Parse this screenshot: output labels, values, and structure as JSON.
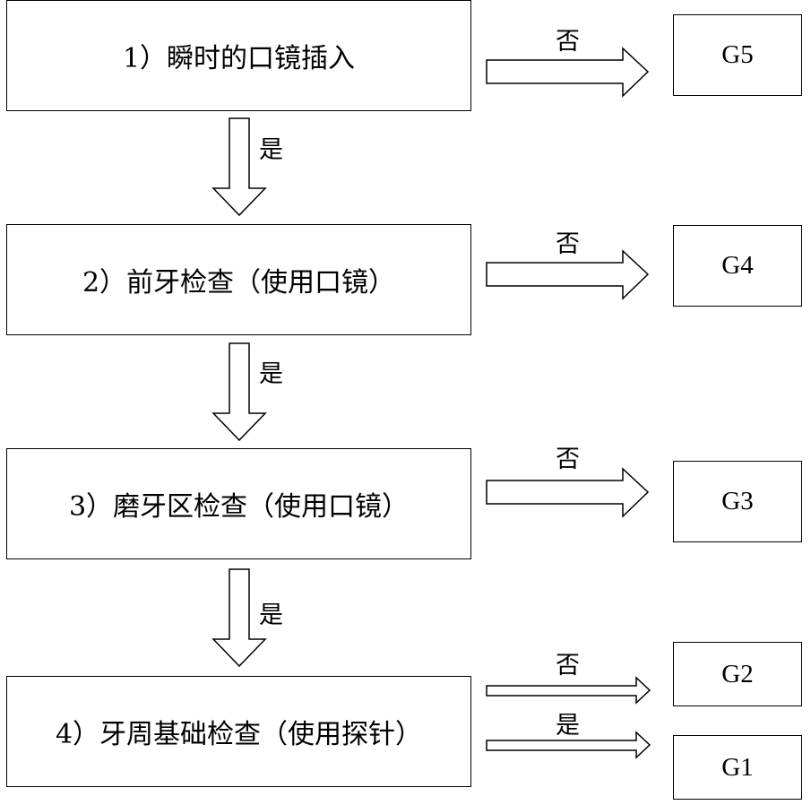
{
  "steps": [
    {
      "label": "1）瞬时的口镜插入"
    },
    {
      "label": "2）前牙检查（使用口镜）"
    },
    {
      "label": "3）磨牙区检查（使用口镜）"
    },
    {
      "label": "4）牙周基础检查（使用探针）"
    }
  ],
  "grades": [
    "G5",
    "G4",
    "G3",
    "G2",
    "G1"
  ],
  "edge_labels": {
    "yes": "是",
    "no": "否"
  }
}
